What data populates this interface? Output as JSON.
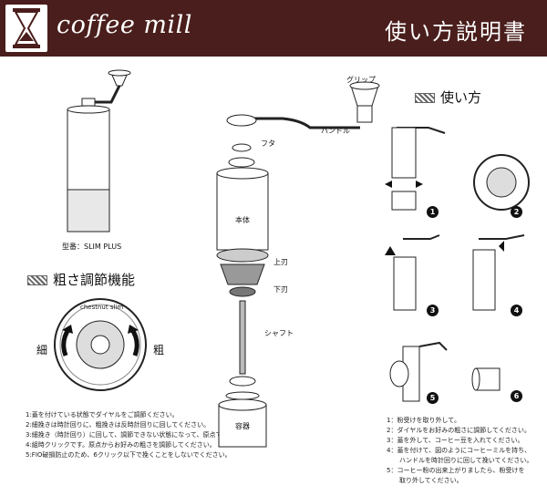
{
  "header": {
    "brand": "coffee mill",
    "manual_title": "使い方説明書"
  },
  "product": {
    "model_label": "型番：SLIM PLUS"
  },
  "parts": {
    "grip": "グリップ",
    "handle": "ハンドル",
    "lid": "フタ",
    "body": "本体",
    "upper_burr": "上刃",
    "lower_burr": "下刃",
    "shaft": "シャフト",
    "container": "容器"
  },
  "usage": {
    "heading": "使い方",
    "steps": [
      "1",
      "2",
      "3",
      "4",
      "5",
      "6"
    ]
  },
  "adjust": {
    "heading": "粗さ調節機能",
    "fine": "細",
    "coarse": "粗",
    "dial_text": "chestnut slim"
  },
  "notes_left": [
    "1:蓋を付けている状態でダイヤルをご調節ください。",
    "2:細挽きは時計回りに、粗挽きは反時計回りに回してください。",
    "3:細挽き（時計回り）に回して、調節できない状態になって、原点です。",
    "4:組時クリックです。原点からお好みの粗さを調節してください。",
    "5:FIO破損防止のため、6クリック以下で挽くことをしないでください。"
  ],
  "notes_right": [
    "1：粉受けを取り外して。",
    "2：ダイヤルをお好みの粗さに調節してください。",
    "3：蓋を外して、コーヒー豆を入れてください。",
    "4：蓋を付けて、図のようにコーヒーミルを持ち、",
    "　　ハンドルを時計回りに回して挽いてください。",
    "5：コーヒー粉の出来上がりましたら、粉受けを",
    "　　取り外してください。"
  ],
  "colors": {
    "header_bg": "#4a1e1c",
    "header_text": "#ffffff"
  }
}
